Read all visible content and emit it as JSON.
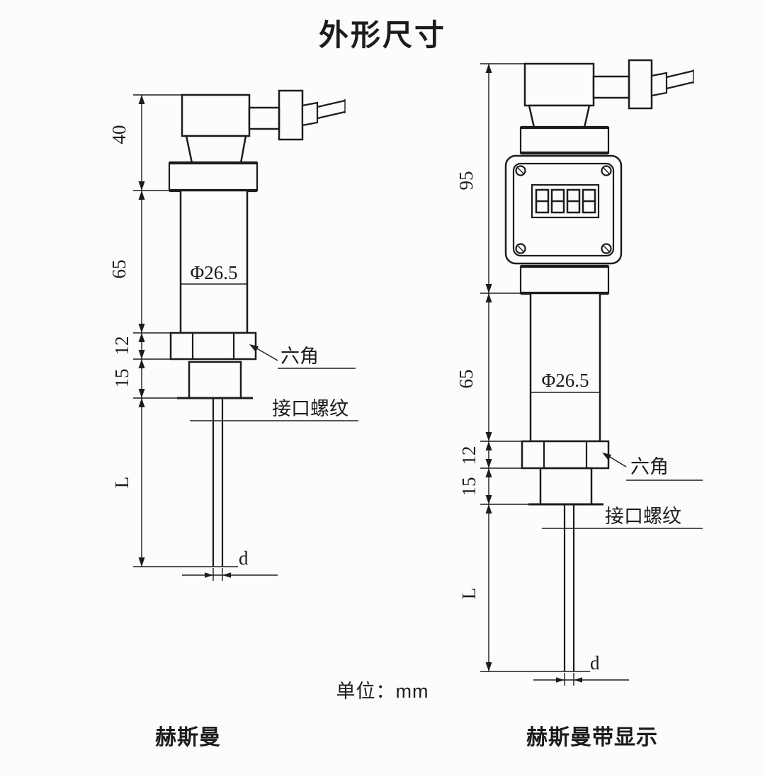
{
  "title": "外形尺寸",
  "unit_note": "单位：mm",
  "left_figure": {
    "caption": "赫斯曼",
    "dims": {
      "top_section": "40",
      "body": "65",
      "hex": "12",
      "thread": "15",
      "probe_length": "L",
      "probe_dia": "d",
      "body_dia": "Φ26.5"
    },
    "labels": {
      "hex_note": "六角",
      "thread_note": "接口螺纹"
    }
  },
  "right_figure": {
    "caption": "赫斯曼带显示",
    "dims": {
      "top_section": "95",
      "body": "65",
      "hex": "12",
      "thread": "15",
      "probe_length": "L",
      "probe_dia": "d",
      "body_dia": "Φ26.5"
    },
    "labels": {
      "hex_note": "六角",
      "thread_note": "接口螺纹"
    }
  }
}
